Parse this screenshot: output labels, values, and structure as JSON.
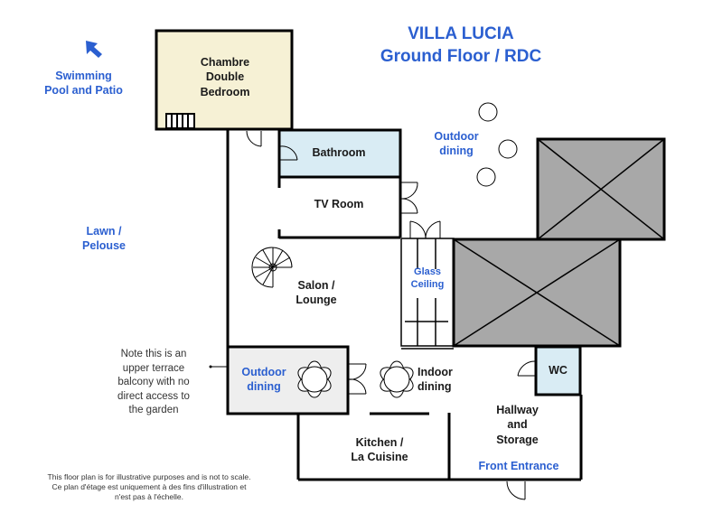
{
  "title": {
    "line1": "VILLA LUCIA",
    "line2": "Ground Floor / RDC"
  },
  "colors": {
    "accent_blue": "#2b5fd0",
    "bedroom_fill": "#f6f1d5",
    "wet_room_fill": "#d9ecf4",
    "terrace_fill": "#eeeeee",
    "void_fill": "#a8a8a8",
    "wall": "#000000"
  },
  "outside_labels": {
    "pool_arrow_icon": "arrow-up-left",
    "pool": [
      "Swimming",
      "Pool and Patio"
    ],
    "lawn": [
      "Lawn /",
      "Pelouse"
    ],
    "outdoor_dining_top": [
      "Outdoor",
      "dining"
    ]
  },
  "rooms": {
    "bedroom": [
      "Chambre",
      "Double",
      "Bedroom"
    ],
    "bathroom": "Bathroom",
    "tv_room": "TV Room",
    "salon": [
      "Salon /",
      "Lounge"
    ],
    "glass_ceiling": [
      "Glass",
      "Ceiling"
    ],
    "terrace_dining": [
      "Outdoor",
      "dining"
    ],
    "indoor_dining": [
      "Indoor",
      "dining"
    ],
    "wc": "WC",
    "kitchen": [
      "Kitchen /",
      "La Cuisine"
    ],
    "hallway": [
      "Hallway",
      "and",
      "Storage"
    ],
    "front_entrance": "Front Entrance"
  },
  "notes": {
    "terrace_note": [
      "Note this is an",
      "upper terrace",
      "balcony with no",
      "direct access to",
      "the garden"
    ],
    "disclaimer": [
      "This floor plan is for illustrative purposes and is not to scale.",
      "Ce plan d'étage est uniquement à des fins d'illustration et",
      "n'est pas à l'échelle."
    ]
  }
}
